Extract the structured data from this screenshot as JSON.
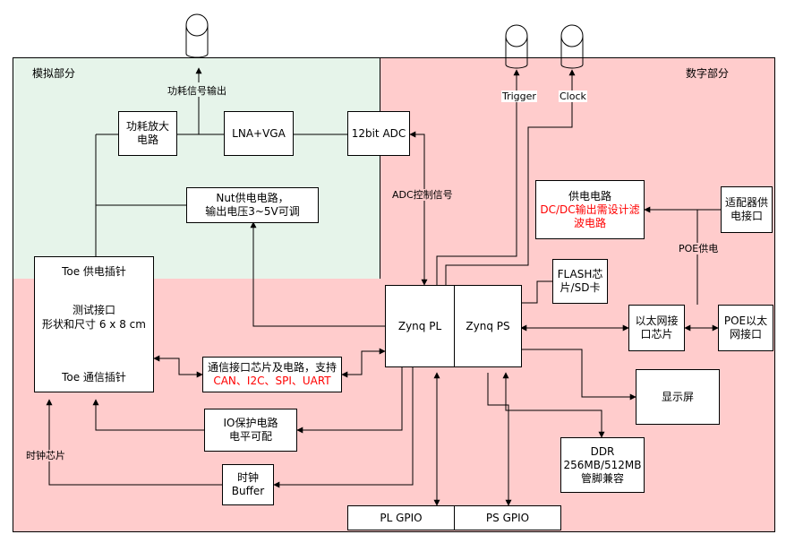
{
  "colors": {
    "analog_bg": "#e6f4ea",
    "digital_bg": "#ffcccc",
    "line": "#000000",
    "accent_text": "#ff0000"
  },
  "regions": {
    "analog": "模拟部分",
    "digital": "数字部分"
  },
  "connectors": {
    "trigger": "Trigger",
    "clock": "Clock"
  },
  "labels": {
    "power_signal_out": "功耗信号输出",
    "adc_control": "ADC控制信号",
    "poe_power": "POE供电",
    "clock_chip": "时钟芯片"
  },
  "blocks": {
    "power_amp": "功耗放大电路",
    "lna_vga": "LNA+VGA",
    "adc": "12bit ADC",
    "nut_power_l1": "Nut供电电路，",
    "nut_power_l2": "输出电压3~5V可调",
    "toe_power_pin": "Toe 供电插针",
    "test_interface_l1": "测试接口",
    "test_interface_l2": "形状和尺寸 6 x 8 cm",
    "toe_comm_pin": "Toe 通信插针",
    "comm_iface_l1": "通信接口芯片及电路，支持",
    "comm_iface_l2": "CAN、I2C、SPI、UART",
    "io_protect_l1": "IO保护电路",
    "io_protect_l2": "电平可配",
    "clock_buffer": "时钟Buffer",
    "zynq_pl": "Zynq PL",
    "zynq_ps": "Zynq PS",
    "power_circuit_l1": "供电电路",
    "power_circuit_l2": "DC/DC输出需设计滤",
    "power_circuit_l3": "波电路",
    "adapter_power_l1": "适配器供",
    "adapter_power_l2": "电接口",
    "flash_l1": "FLASH芯",
    "flash_l2": "片/SD卡",
    "eth_chip_l1": "以太网接",
    "eth_chip_l2": "口芯片",
    "poe_eth_l1": "POE以太",
    "poe_eth_l2": "网接口",
    "display": "显示屏",
    "ddr_l1": "DDR",
    "ddr_l2": "256MB/512MB",
    "ddr_l3": "管脚兼容",
    "pl_gpio": "PL GPIO",
    "ps_gpio": "PS GPIO"
  }
}
